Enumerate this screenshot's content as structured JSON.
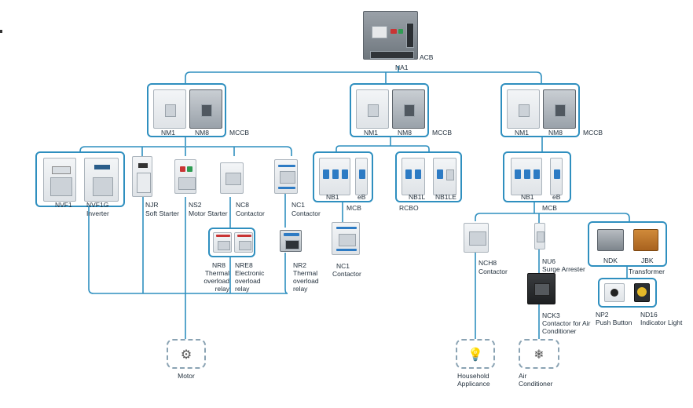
{
  "diagram": {
    "acb": {
      "label": "ACB",
      "name": "NA1"
    },
    "mccb": [
      {
        "devices": [
          "NM1",
          "NM8"
        ],
        "type": "MCCB"
      },
      {
        "devices": [
          "NM1",
          "NM8"
        ],
        "type": "MCCB"
      },
      {
        "devices": [
          "NM1",
          "NM8"
        ],
        "type": "MCCB"
      }
    ],
    "branch1": {
      "inverter": {
        "devices": [
          "NVF1",
          "NVF1G"
        ],
        "type": "Inverter"
      },
      "soft_starter": {
        "name": "NJR",
        "type": "Soft Starter"
      },
      "motor_starter": {
        "name": "NS2",
        "type": "Motor Starter"
      },
      "nc8": {
        "name": "NC8",
        "type": "Contactor"
      },
      "nc1": {
        "name": "NC1",
        "type": "Contactor"
      },
      "nr8": {
        "name": "NR8",
        "type": "Thermal overload relay"
      },
      "nre8": {
        "name": "NRE8",
        "type": "Electronic overload relay"
      },
      "nr2": {
        "name": "NR2",
        "type": "Thermal overload relay"
      },
      "motor": {
        "label": "Motor"
      }
    },
    "branch2": {
      "mcb": {
        "devices": [
          "NB1",
          "eB"
        ],
        "type": "MCB"
      },
      "rcbo": {
        "devices": [
          "NB1L",
          "NB1LE"
        ],
        "type": "RCBO"
      },
      "nc1": {
        "name": "NC1",
        "type": "Contactor"
      }
    },
    "branch3": {
      "mcb": {
        "devices": [
          "NB1",
          "eB"
        ],
        "type": "MCB"
      },
      "nch8": {
        "name": "NCH8",
        "type": "Contactor"
      },
      "nu6": {
        "name": "NU6",
        "type": "Surge Arrester"
      },
      "nck3": {
        "name": "NCK3",
        "type": "Contactor for Air Conditioner"
      },
      "transformer": {
        "devices": [
          "NDK",
          "JBK"
        ],
        "type": "Transformer"
      },
      "controls": {
        "devices": [
          "NP2",
          "ND16"
        ],
        "types": [
          "Push Button",
          "Indicator Light"
        ]
      },
      "household": {
        "label": "Household Applicance"
      },
      "aircon": {
        "label": "Air Conditioner"
      }
    }
  }
}
